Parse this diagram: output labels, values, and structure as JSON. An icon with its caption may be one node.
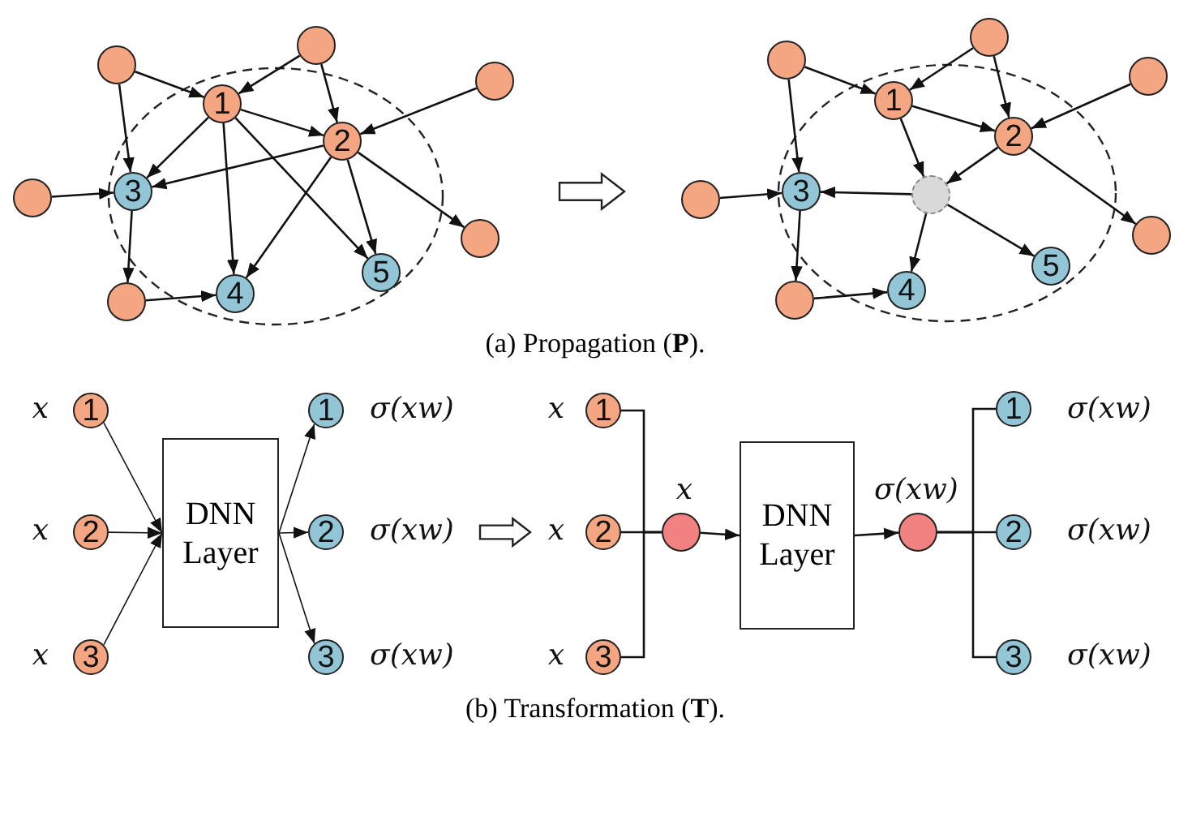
{
  "diagram": {
    "nodes": [
      {
        "text": [],
        "shape": "circle"
      },
      {
        "text": [],
        "shape": "circle"
      },
      {
        "text": [],
        "shape": "circle"
      },
      {
        "text": [
          "1"
        ]
      },
      {
        "text": [
          "2"
        ]
      },
      {
        "text": [],
        "shape": "circle"
      },
      {
        "text": [
          "3"
        ]
      },
      {
        "text": [],
        "shape": "circle"
      },
      {
        "text": [
          "5"
        ]
      },
      {
        "text": [
          "4"
        ]
      },
      {
        "text": [],
        "shape": "circle"
      },
      {
        "text": [],
        "shape": "circle"
      },
      {
        "text": [],
        "shape": "circle"
      },
      {
        "text": [],
        "shape": "circle"
      },
      {
        "text": [
          "1"
        ]
      },
      {
        "text": [
          "2"
        ]
      },
      {
        "text": [],
        "shape": "circle"
      },
      {
        "text": [
          "3"
        ]
      },
      {
        "text": [],
        "shape": "circle"
      },
      {
        "text": [],
        "shape": "circle"
      },
      {
        "text": [
          "5"
        ]
      },
      {
        "text": [
          "4"
        ]
      },
      {
        "text": [],
        "shape": "circle"
      },
      {
        "text": [
          "1"
        ],
        "beside": [
          "x"
        ]
      },
      {
        "text": [
          "2"
        ],
        "beside": [
          "x"
        ]
      },
      {
        "text": [
          "3"
        ],
        "beside": [
          "x"
        ]
      },
      {
        "text": [
          "DNN Layer"
        ]
      },
      {
        "text": [
          "1"
        ],
        "beside": [
          "σ(xw)"
        ]
      },
      {
        "text": [
          "2"
        ],
        "beside": [
          "σ(xw)"
        ]
      },
      {
        "text": [
          "3"
        ],
        "beside": [
          "σ(xw)"
        ]
      },
      {
        "text": [
          "1"
        ],
        "beside": [
          "x"
        ]
      },
      {
        "text": [
          "2"
        ],
        "beside": [
          "x"
        ]
      },
      {
        "text": [
          "3"
        ],
        "beside": [
          "x"
        ]
      },
      {
        "text": [],
        "shape": "circle",
        "beside": [
          "x"
        ]
      },
      {
        "text": [
          "DNN Layer"
        ]
      },
      {
        "text": [],
        "shape": "circle",
        "beside": [
          "σ(xw)"
        ]
      },
      {
        "text": [
          "1"
        ],
        "beside": [
          "σ(xw)"
        ]
      },
      {
        "text": [
          "2"
        ],
        "beside": [
          "σ(xw)"
        ]
      },
      {
        "text": [
          "3"
        ],
        "beside": [
          "σ(xw)"
        ]
      }
    ],
    "edges": [
      {
        "from": 0,
        "to": 3,
        "arrow": "to"
      },
      {
        "from": 0,
        "to": 6,
        "arrow": "to"
      },
      {
        "from": 1,
        "to": 3,
        "arrow": "to"
      },
      {
        "from": 1,
        "to": 4,
        "arrow": "to"
      },
      {
        "from": 2,
        "to": 4,
        "arrow": "to"
      },
      {
        "from": 3,
        "to": 4,
        "arrow": "to"
      },
      {
        "from": 3,
        "to": 6,
        "arrow": "to"
      },
      {
        "from": 3,
        "to": 9,
        "arrow": "to"
      },
      {
        "from": 3,
        "to": 8,
        "arrow": "to"
      },
      {
        "from": 4,
        "to": 6,
        "arrow": "to"
      },
      {
        "from": 4,
        "to": 9,
        "arrow": "to"
      },
      {
        "from": 4,
        "to": 8,
        "arrow": "to"
      },
      {
        "from": 4,
        "to": 7,
        "arrow": "to"
      },
      {
        "from": 5,
        "to": 6,
        "arrow": "to"
      },
      {
        "from": 6,
        "to": 10,
        "arrow": "to"
      },
      {
        "from": 10,
        "to": 9,
        "arrow": "to"
      },
      {
        "from": 11,
        "to": 14,
        "arrow": "to"
      },
      {
        "from": 11,
        "to": 17,
        "arrow": "to"
      },
      {
        "from": 12,
        "to": 14,
        "arrow": "to"
      },
      {
        "from": 12,
        "to": 15,
        "arrow": "to"
      },
      {
        "from": 13,
        "to": 15,
        "arrow": "to"
      },
      {
        "from": 14,
        "to": 15,
        "arrow": "to"
      },
      {
        "from": 14,
        "to": 18,
        "arrow": "to"
      },
      {
        "from": 15,
        "to": 18,
        "arrow": "to"
      },
      {
        "from": 15,
        "to": 19,
        "arrow": "to"
      },
      {
        "from": 18,
        "to": 17,
        "arrow": "to"
      },
      {
        "from": 18,
        "to": 21,
        "arrow": "to"
      },
      {
        "from": 18,
        "to": 20,
        "arrow": "to"
      },
      {
        "from": 16,
        "to": 17,
        "arrow": "to"
      },
      {
        "from": 17,
        "to": 22,
        "arrow": "to"
      },
      {
        "from": 22,
        "to": 21,
        "arrow": "to"
      },
      {
        "from": 23,
        "to": 26,
        "arrow": "to"
      },
      {
        "from": 24,
        "to": 26,
        "arrow": "to"
      },
      {
        "from": 25,
        "to": 26,
        "arrow": "to"
      },
      {
        "from": 26,
        "to": 27,
        "arrow": "to"
      },
      {
        "from": 26,
        "to": 28,
        "arrow": "to"
      },
      {
        "from": 26,
        "to": 29,
        "arrow": "to"
      },
      {
        "from": 30,
        "to": 33,
        "arrow": "none"
      },
      {
        "from": 31,
        "to": 33,
        "arrow": "none"
      },
      {
        "from": 32,
        "to": 33,
        "arrow": "none"
      },
      {
        "from": 33,
        "to": 34,
        "arrow": "to"
      },
      {
        "from": 34,
        "to": 35,
        "arrow": "to"
      },
      {
        "from": 35,
        "to": 36,
        "arrow": "none"
      },
      {
        "from": 35,
        "to": 37,
        "arrow": "none"
      },
      {
        "from": 35,
        "to": 38,
        "arrow": "none"
      }
    ],
    "labels": [
      "(a) Propagation (**P**).",
      "(b) Transformation (**T**)."
    ]
  }
}
